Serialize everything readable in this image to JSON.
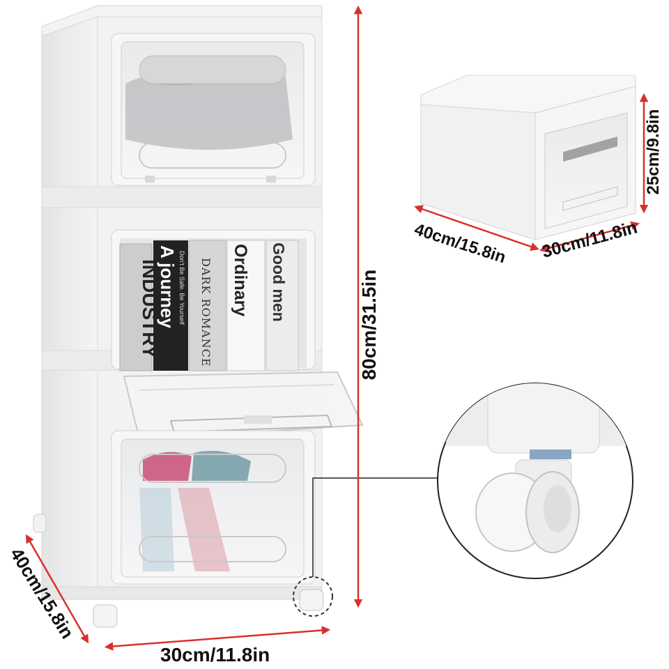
{
  "product_image": {
    "books": [
      {
        "title": "INDUSTRY"
      },
      {
        "title": "A journey",
        "subtitle": "Don't Be Safe. Be Yourself"
      },
      {
        "title": "DARK ROMANCE"
      },
      {
        "title": "Ordinary"
      },
      {
        "title": "Good men"
      }
    ],
    "colors": {
      "dimension_line": "#d9302c",
      "cabinet": "#f1f1f1",
      "frame": "#e2e2e2"
    }
  },
  "dimensions": {
    "tower_height": "80cm/31.5in",
    "tower_depth": "40cm/15.8in",
    "tower_width": "30cm/11.8in",
    "drawer_depth": "40cm/15.8in",
    "drawer_width": "30cm/11.8in",
    "drawer_height": "25cm/9.8in"
  }
}
